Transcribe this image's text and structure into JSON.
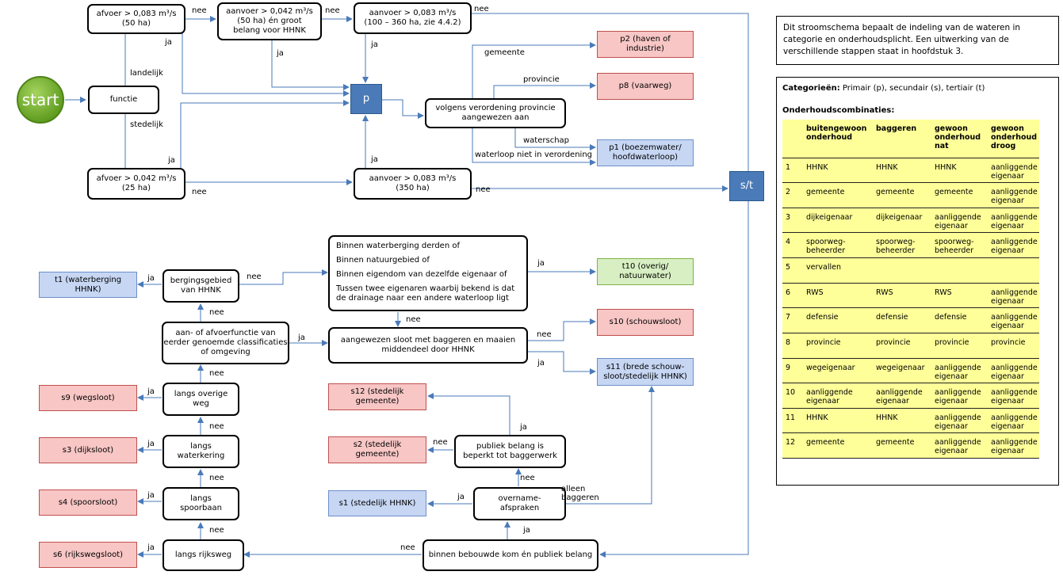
{
  "nodes": {
    "start": "start",
    "functie": "functie",
    "afvoer50": [
      "afvoer > 0,083 m³/s",
      "(50 ha)"
    ],
    "aanvoer50": [
      "aanvoer > 0,042 m³/s",
      "(50 ha) én groot",
      "belang voor HHNK"
    ],
    "aanvoer100": [
      "aanvoer > 0,083 m³/s",
      "(100 – 360 ha, zie 4.4.2)"
    ],
    "p": "p",
    "verordening": [
      "volgens verordening provincie",
      "aangewezen aan"
    ],
    "p2": [
      "p2 (haven of",
      "industrie)"
    ],
    "p8": "p8 (vaarweg)",
    "p1": [
      "p1 (boezemwater/",
      "hoofdwaterloop)"
    ],
    "afvoer25": [
      "afvoer > 0,042 m³/s",
      "(25 ha)"
    ],
    "aanvoer350": [
      "aanvoer > 0,083 m³/s",
      "(350 ha)"
    ],
    "st": "s/t",
    "bergingsgebied": [
      "bergingsgebied",
      "van HHNK"
    ],
    "t1": [
      "t1 (waterberging",
      "HHNK)"
    ],
    "binnen": [
      "Binnen waterberging derden of",
      "Binnen natuurgebied of",
      "Binnen eigendom van dezelfde eigenaar of",
      "Tussen twee eigenaren waarbij bekend is dat de drainage naar een andere waterloop ligt"
    ],
    "t10": [
      "t10 (overig/",
      "natuurwater)"
    ],
    "aanafvoerfunctie": [
      "aan- of afvoerfunctie van",
      "eerder genoemde classificaties",
      "of omgeving"
    ],
    "aangewezen": [
      "aangewezen sloot met baggeren en maaien",
      "middendeel door HHNK"
    ],
    "s10": "s10 (schouwsloot)",
    "s11": [
      "s11 (brede schouw-",
      "sloot/stedelijk HHNK)"
    ],
    "overigeweg": [
      "langs overige",
      "weg"
    ],
    "s9": "s9 (wegsloot)",
    "s12": [
      "s12 (stedelijk",
      "gemeente)"
    ],
    "waterkering": [
      "langs",
      "waterkering"
    ],
    "s3": "s3 (dijksloot)",
    "publiek": [
      "publiek belang is",
      "beperkt tot baggerwerk"
    ],
    "s2": [
      "s2 (stedelijk",
      "gemeente)"
    ],
    "spoorbaan": [
      "langs",
      "spoorbaan"
    ],
    "s4": "s4 (spoorsloot)",
    "overname": [
      "overname-",
      "afspraken"
    ],
    "s1": "s1 (stedelijk HHNK)",
    "rijksweg": "langs rijksweg",
    "s6": "s6 (rijkswegsloot)",
    "bebouwde": "binnen bebouwde kom én publiek belang"
  },
  "labels": {
    "nee": "nee",
    "ja": "ja",
    "landelijk": "landelijk",
    "stedelijk": "stedelijk",
    "gemeente": "gemeente",
    "provincie": "provincie",
    "waterschap": "waterschap",
    "waterloop_niet": "waterloop niet in verordening",
    "alleen_baggeren": [
      "alleen",
      "baggeren"
    ]
  },
  "info_text": "Dit stroomschema bepaalt de indeling van de wateren in categorie en onderhoudsplicht. Een uitwerking van de verschillende stappen staat in hoofdstuk 3.",
  "legend": {
    "categories_label": "Categorieën:",
    "categories_text": " Primair (p), secundair (s), tertiair (t)",
    "combinations_label": "Onderhoudscombinaties:",
    "headers": [
      "",
      "buitengewoon onderhoud",
      "baggeren",
      "gewoon onderhoud nat",
      "gewoon onderhoud droog"
    ],
    "rows": [
      [
        "1",
        "HHNK",
        "HHNK",
        "HHNK",
        "aanliggende eigenaar"
      ],
      [
        "2",
        "gemeente",
        "gemeente",
        "gemeente",
        "aanliggende eigenaar"
      ],
      [
        "3",
        "dijkeigenaar",
        "dijkeigenaar",
        "aanliggende eigenaar",
        "aanliggende eigenaar"
      ],
      [
        "4",
        "spoorweg-beheerder",
        "spoorweg-beheerder",
        "spoorweg-beheerder",
        "aanliggende eigenaar"
      ],
      [
        "5",
        "vervallen",
        "",
        "",
        ""
      ],
      [
        "6",
        "RWS",
        "RWS",
        "RWS",
        "aanliggende eigenaar"
      ],
      [
        "7",
        "defensie",
        "defensie",
        "defensie",
        "aanliggende eigenaar"
      ],
      [
        "8",
        "provincie",
        "provincie",
        "provincie",
        "provincie"
      ],
      [
        "9",
        "wegeigenaar",
        "wegeigenaar",
        "aanliggende eigenaar",
        "aanliggende eigenaar"
      ],
      [
        "10",
        "aanliggende eigenaar",
        "aanliggende eigenaar",
        "aanliggende eigenaar",
        "aanliggende eigenaar"
      ],
      [
        "11",
        "HHNK",
        "HHNK",
        "aanliggende eigenaar",
        "aanliggende eigenaar"
      ],
      [
        "12",
        "gemeente",
        "gemeente",
        "aanliggende eigenaar",
        "aanliggende eigenaar"
      ]
    ]
  }
}
